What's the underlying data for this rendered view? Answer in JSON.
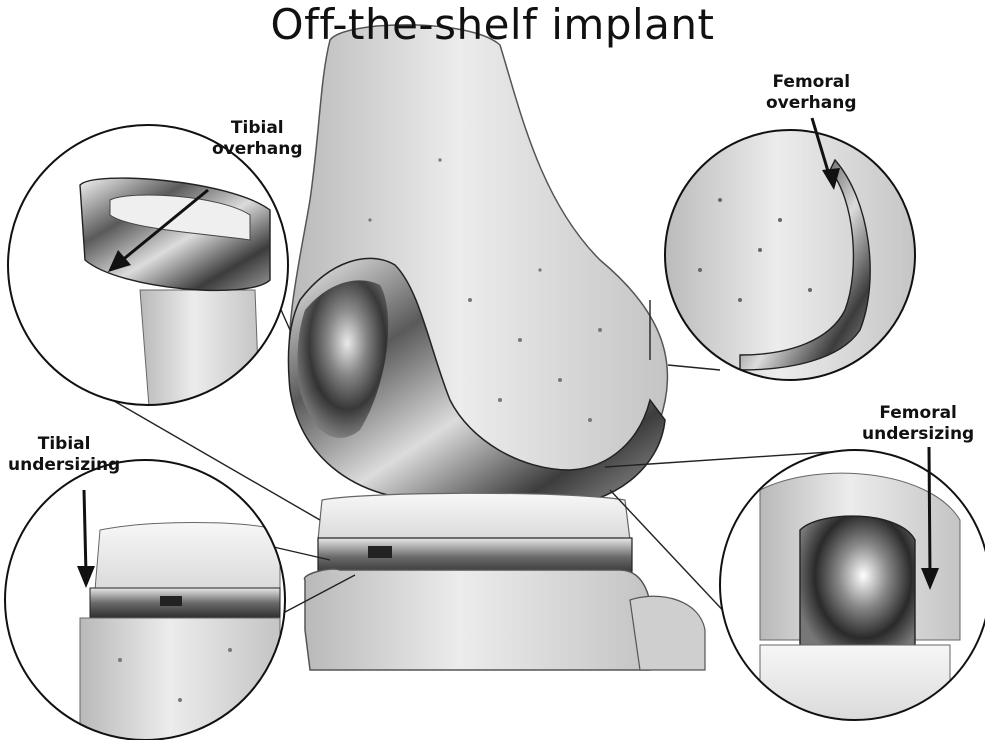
{
  "title": "Off-the-shelf implant",
  "callouts": {
    "tibial_overhang": {
      "line1": "Tibial",
      "line2": "overhang"
    },
    "femoral_overhang": {
      "line1": "Femoral",
      "line2": "overhang"
    },
    "tibial_undersizing": {
      "line1": "Tibial",
      "line2": "undersizing"
    },
    "femoral_undersizing": {
      "line1": "Femoral",
      "line2": "undersizing"
    }
  }
}
